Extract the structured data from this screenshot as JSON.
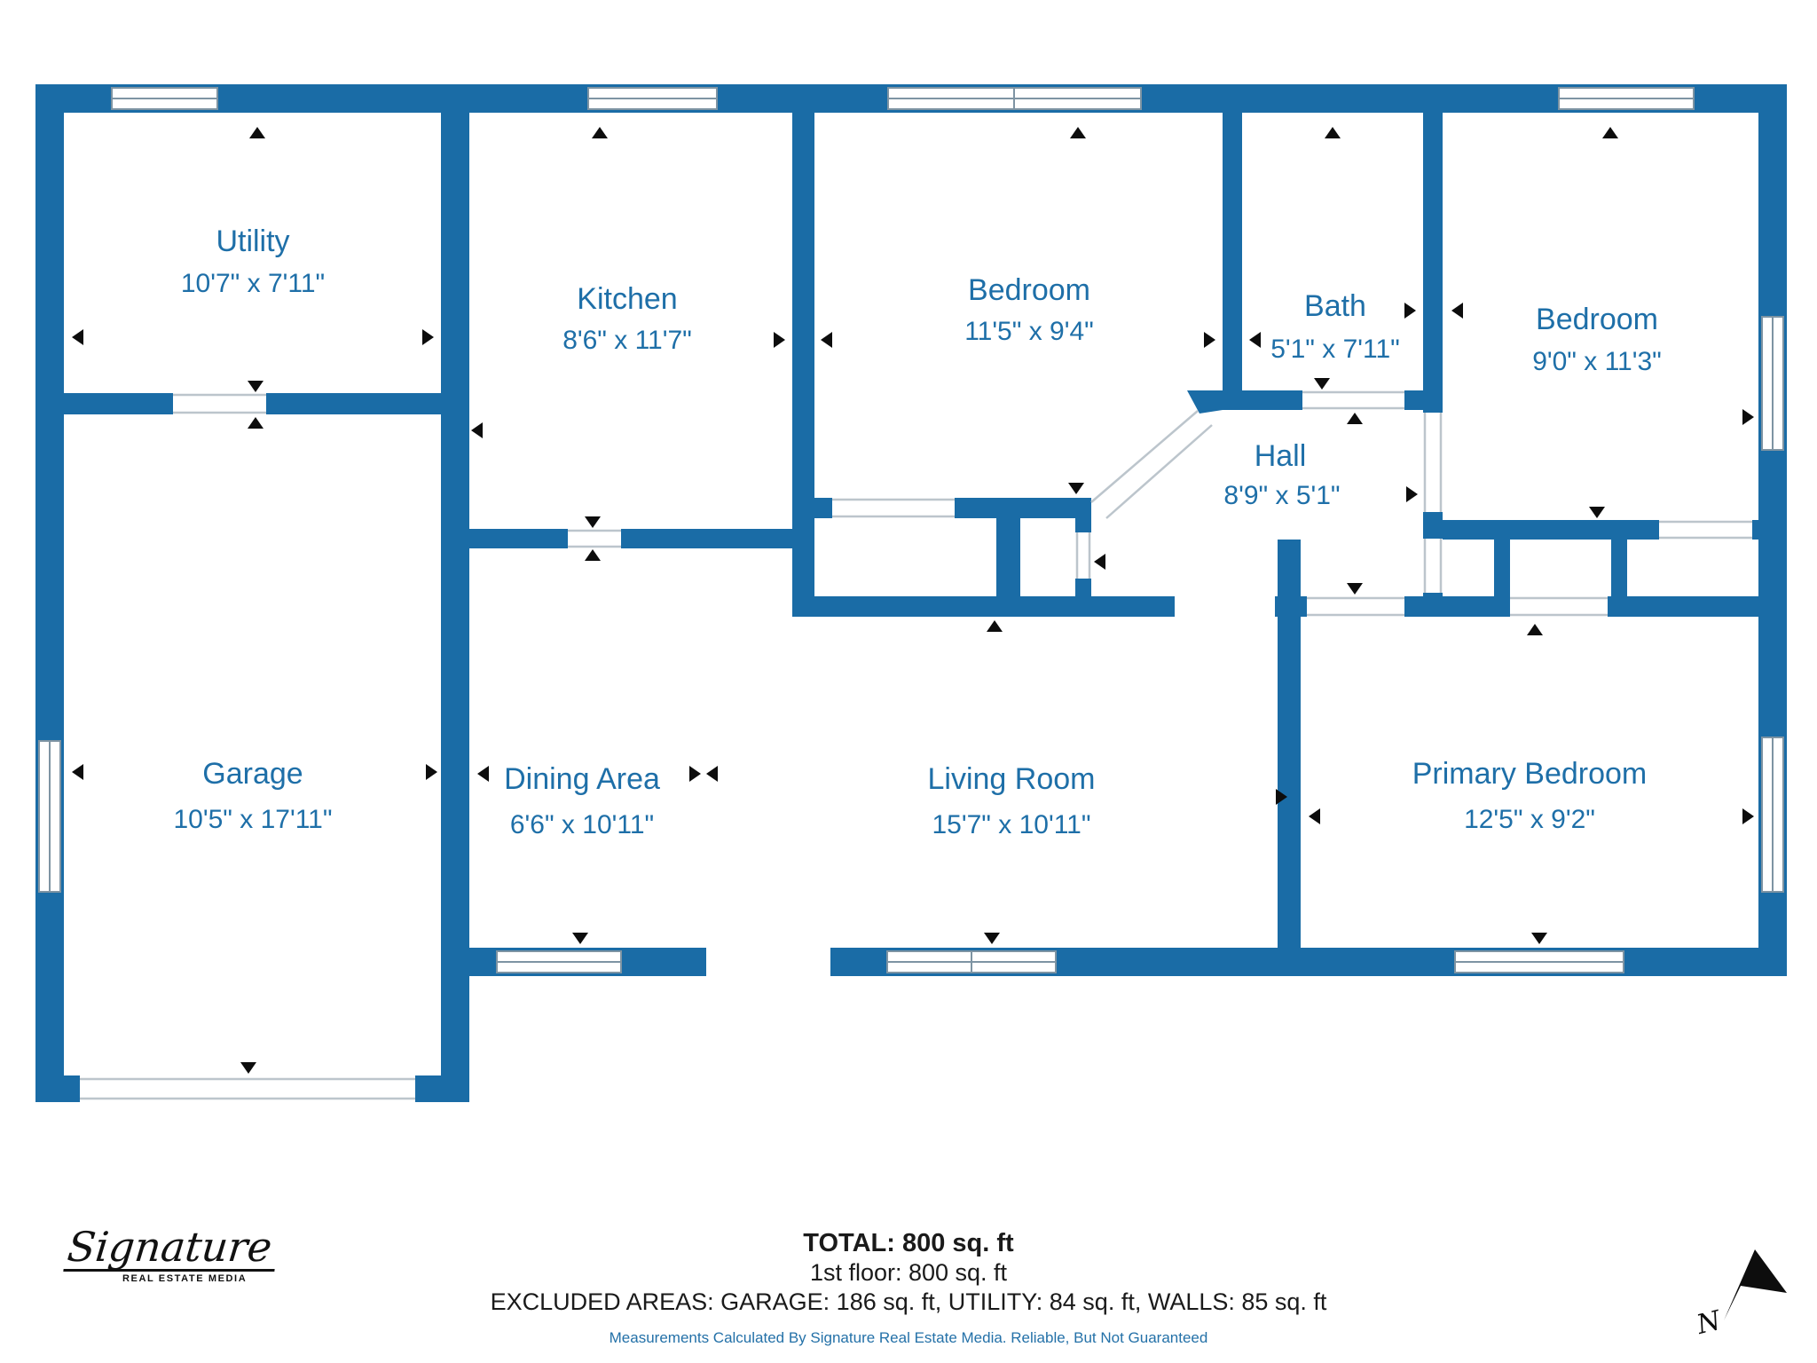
{
  "rooms": [
    {
      "id": "utility",
      "name": "Utility",
      "dims": "10'7\" x 7'11\""
    },
    {
      "id": "kitchen",
      "name": "Kitchen",
      "dims": "8'6\" x 11'7\""
    },
    {
      "id": "bedroom1",
      "name": "Bedroom",
      "dims": "11'5\" x 9'4\""
    },
    {
      "id": "bath",
      "name": "Bath",
      "dims": "5'1\" x 7'11\""
    },
    {
      "id": "bedroom2",
      "name": "Bedroom",
      "dims": "9'0\" x 11'3\""
    },
    {
      "id": "hall",
      "name": "Hall",
      "dims": "8'9\" x 5'1\""
    },
    {
      "id": "garage",
      "name": "Garage",
      "dims": "10'5\" x 17'11\""
    },
    {
      "id": "dining",
      "name": "Dining Area",
      "dims": "6'6\" x 10'11\""
    },
    {
      "id": "living",
      "name": "Living Room",
      "dims": "15'7\" x 10'11\""
    },
    {
      "id": "primary",
      "name": "Primary Bedroom",
      "dims": "12'5\" x 9'2\""
    }
  ],
  "footer": {
    "total": "TOTAL: 800 sq. ft",
    "floor": "1st floor: 800 sq. ft",
    "excluded": "EXCLUDED AREAS: GARAGE: 186 sq. ft, UTILITY: 84 sq. ft, WALLS: 85 sq. ft",
    "disclaimer": "Measurements Calculated By Signature Real Estate Media. Reliable, But Not Guaranteed"
  },
  "logo": {
    "script": "Signature",
    "subtext": "REAL ESTATE MEDIA"
  },
  "compass": {
    "label": "N"
  },
  "colors": {
    "wall": "#1A6CA6",
    "room_label": "#1E6FA8",
    "door_casing": "#bcc5cc",
    "arrow": "#0d0d0d",
    "footer_text": "#1a1a1a",
    "footer_note": "#2471A8"
  }
}
